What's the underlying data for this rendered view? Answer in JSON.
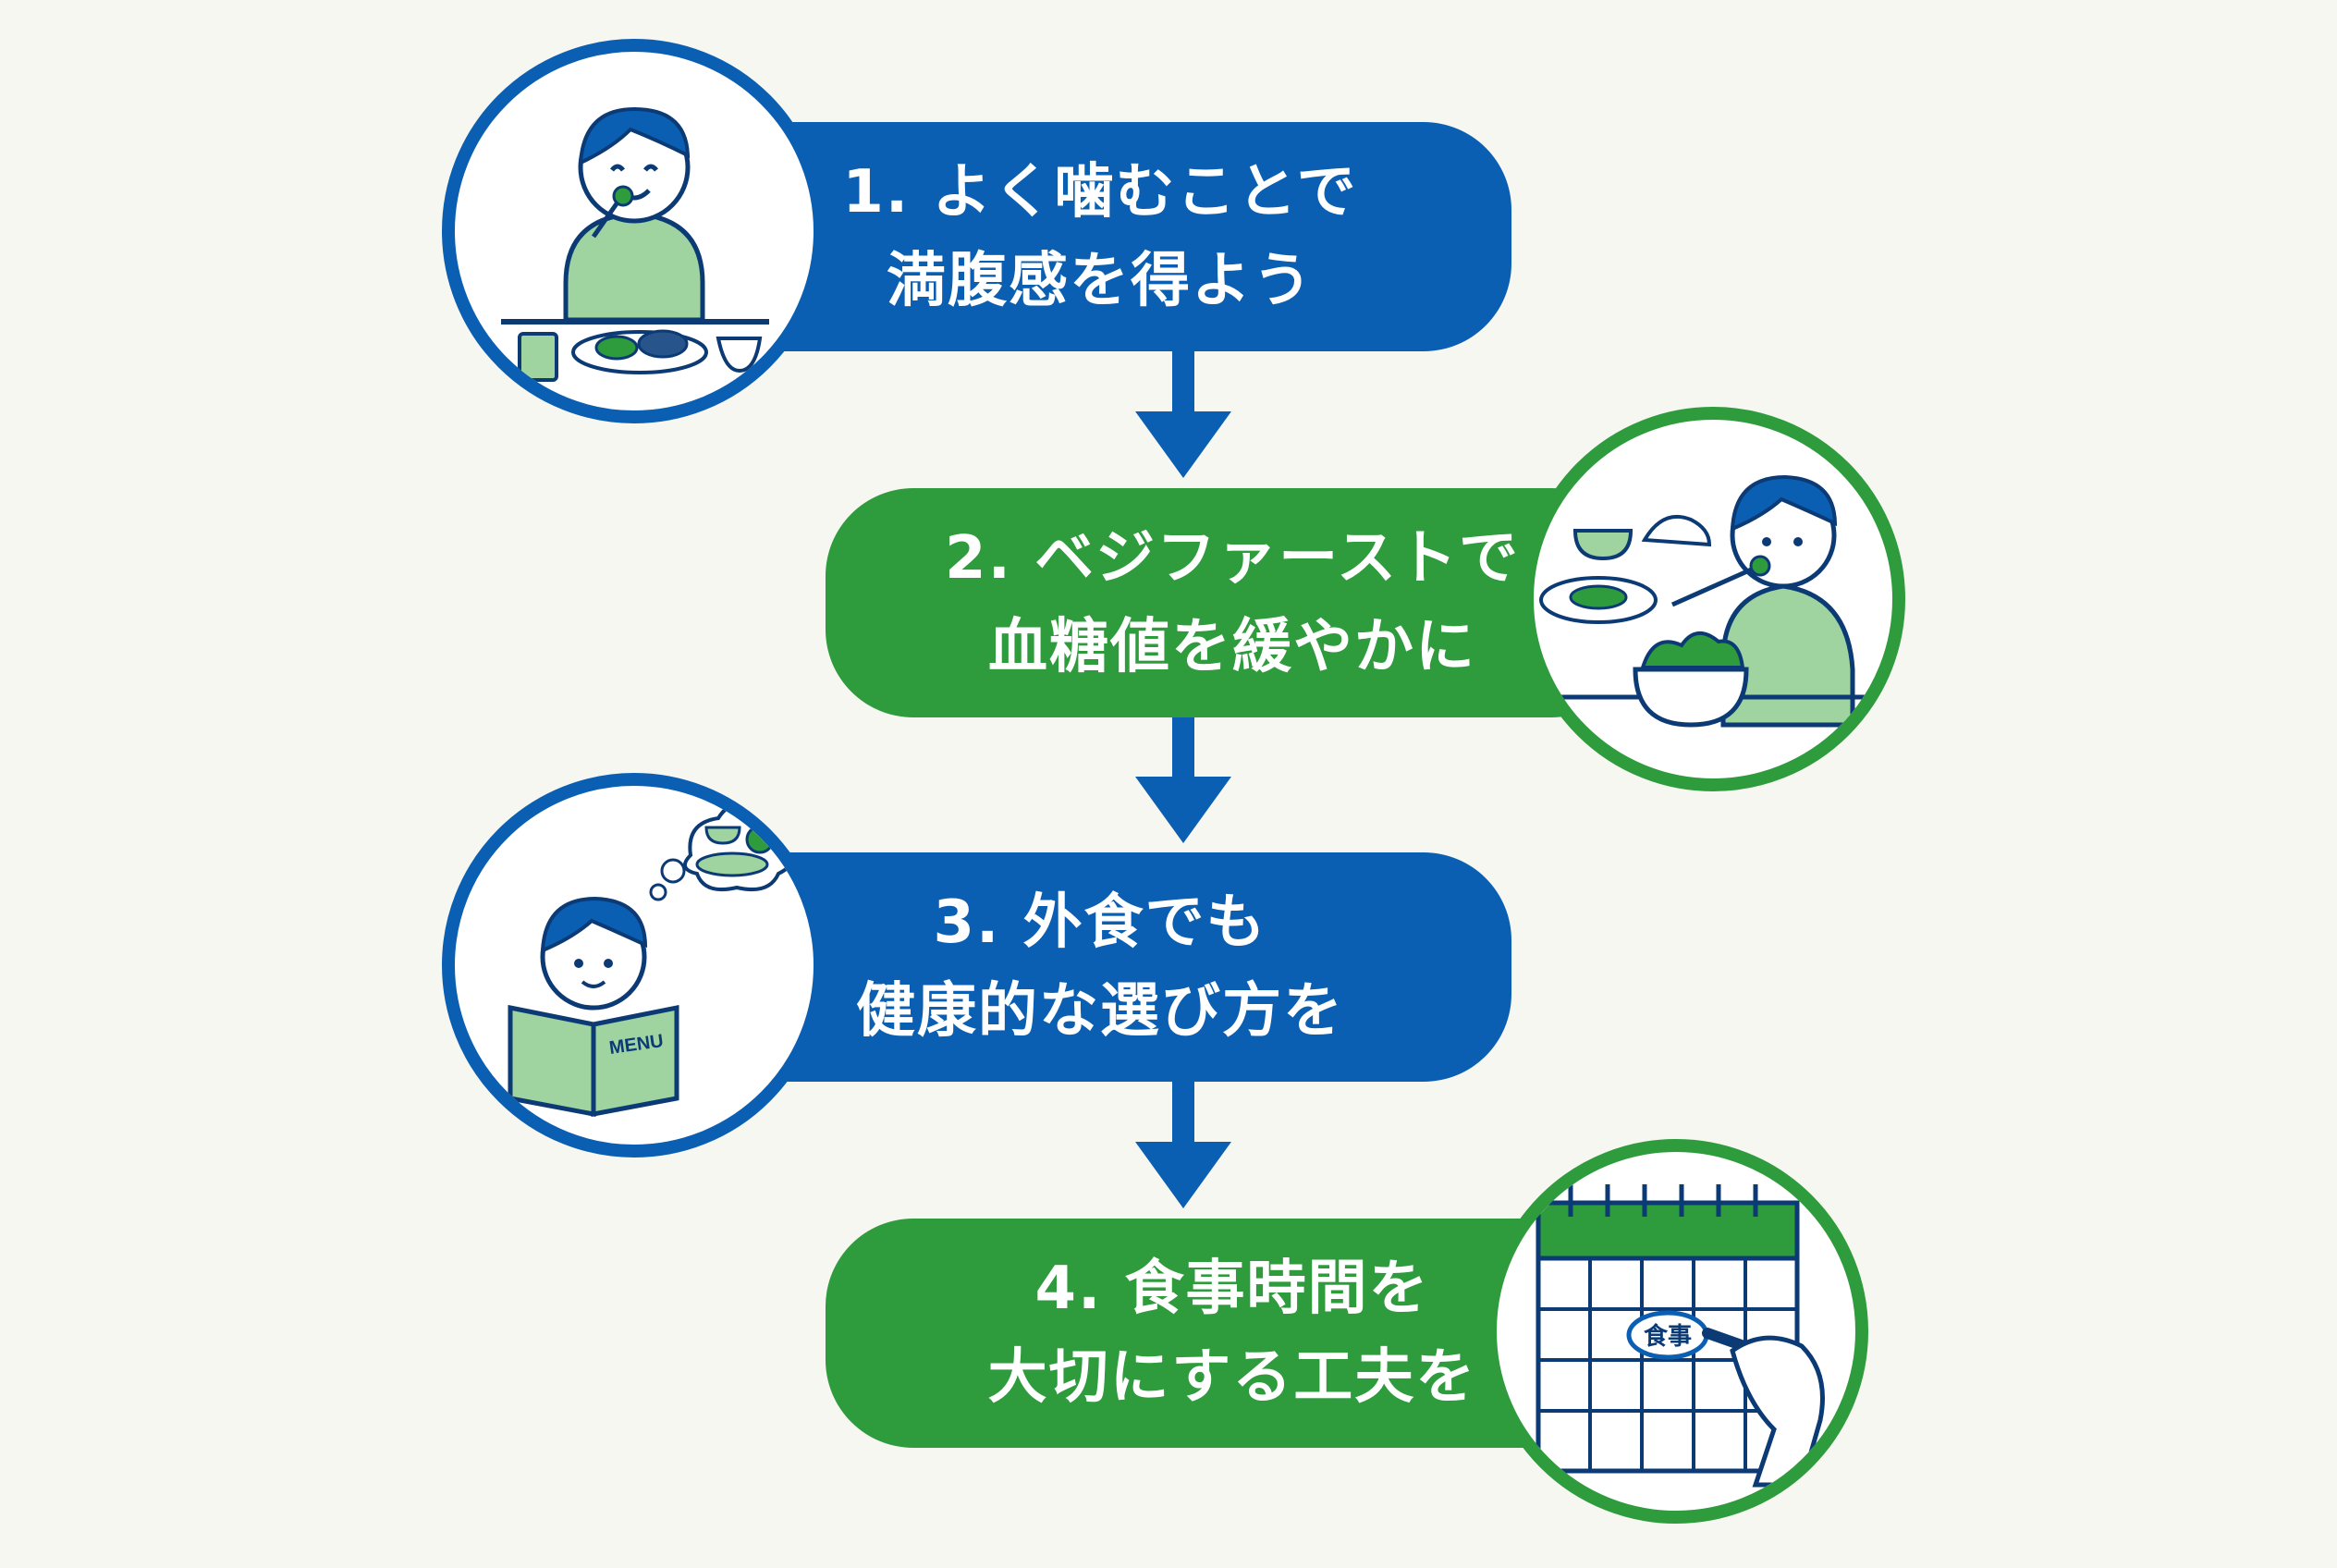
{
  "steps": [
    {
      "number": "1.",
      "line1": "よく噛むことで",
      "line2": "満腹感を得よう",
      "color": "#0b5fb3",
      "icon": "chewing-person-icon"
    },
    {
      "number": "2.",
      "line1": "ベジファーストで",
      "line2": "血糖値を緩やかに",
      "color": "#2e9b3c",
      "icon": "salad-eating-person-icon"
    },
    {
      "number": "3.",
      "line1": "外食でも",
      "line2": "健康的な選び方を",
      "color": "#0b5fb3",
      "icon": "menu-reading-person-icon"
    },
    {
      "number": "4.",
      "line1": "食事時間を",
      "line2": "大切にする工夫を",
      "color": "#2e9b3c",
      "icon": "calendar-writing-icon"
    }
  ],
  "illustrations": {
    "menu_label": "MENU",
    "calendar_label": "食事"
  },
  "colors": {
    "blue": "#0b5fb3",
    "green": "#2e9b3c",
    "light_green": "#9fd3a0",
    "background": "#f7f7f2"
  }
}
